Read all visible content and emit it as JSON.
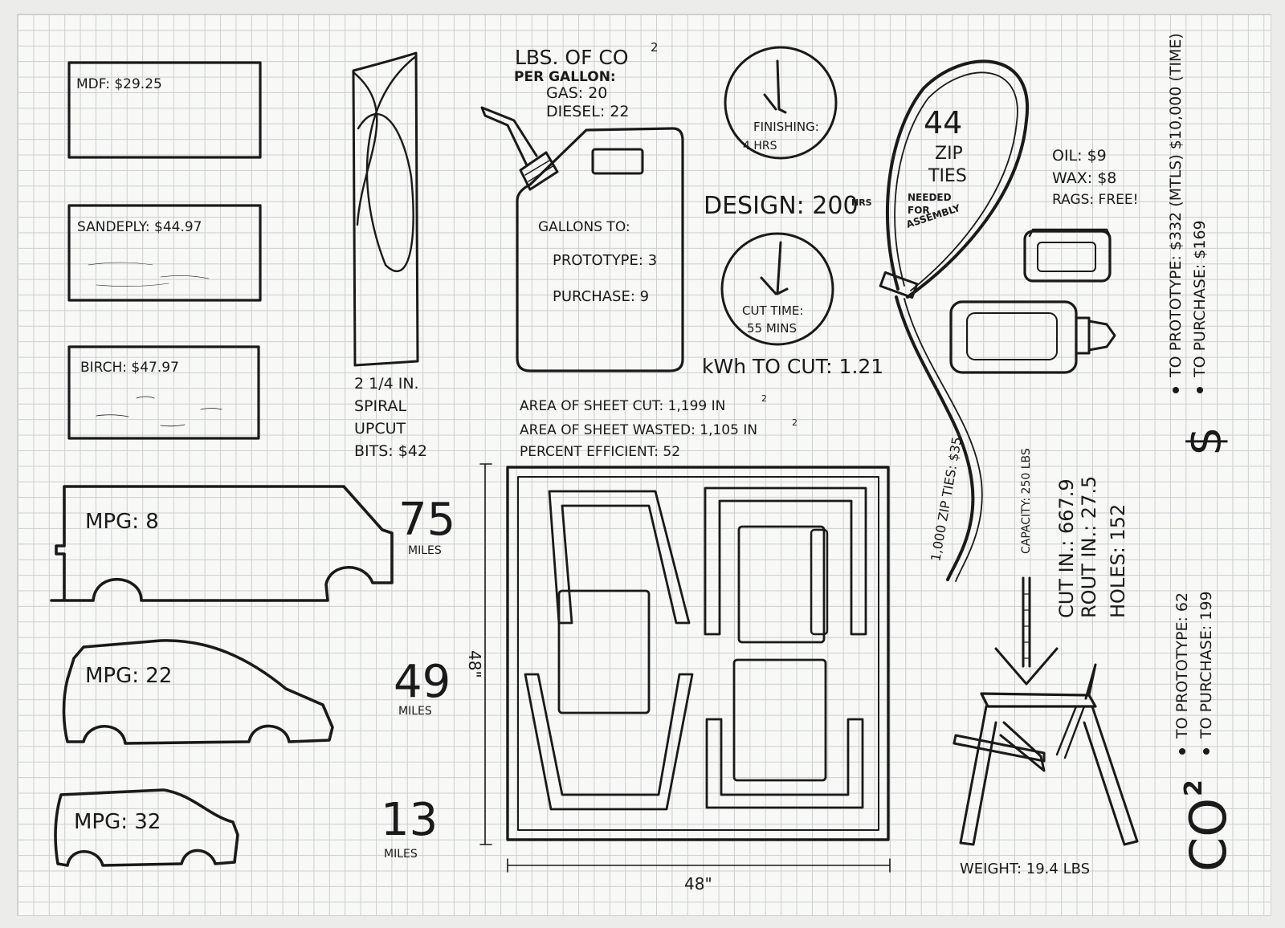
{
  "materials": {
    "mdf": "MDF: $29.25",
    "sandeply": "SANDEPLY: $44.97",
    "birch": "BIRCH: $47.97"
  },
  "drill_bit": {
    "line1": "2 1/4 IN.",
    "line2": "SPIRAL",
    "line3": "UPCUT",
    "line4": "BITS: $42"
  },
  "co2_per_gallon": {
    "title": "LBS. OF CO",
    "title_sup": "2",
    "subtitle": "PER GALLON:",
    "gas": "GAS: 20",
    "diesel": "DIESEL: 22"
  },
  "gas_can": {
    "label": "GALLONS TO:",
    "prototype": "PROTOTYPE: 3",
    "purchase": "PURCHASE: 9"
  },
  "time": {
    "finishing_line1": "FINISHING:",
    "finishing_line2": "4 HRS",
    "design_value": "DESIGN: 200",
    "design_unit": "HRS",
    "cut_line1": "CUT TIME:",
    "cut_line2": "55 MINS",
    "kwh": "kWh TO CUT: 1.21"
  },
  "zip_ties": {
    "count": "44",
    "line1": "ZIP",
    "line2": "TIES",
    "line3": "NEEDED",
    "line4": "FOR",
    "line5": "ASSEMBLY",
    "price": "1,000 ZIP TIES: $35"
  },
  "finish_costs": {
    "oil": "OIL: $9",
    "wax": "WAX: $8",
    "rags": "RAGS: FREE!"
  },
  "sheet": {
    "area_cut": "AREA OF SHEET CUT: 1,199 IN",
    "area_wasted": "AREA OF SHEET WASTED: 1,105 IN",
    "efficiency": "PERCENT EFFICIENT: 52",
    "sup": "2",
    "dim_height": "48\"",
    "dim_width": "48\""
  },
  "vehicles": [
    {
      "mpg": "MPG: 8",
      "miles": "75",
      "unit": "MILES"
    },
    {
      "mpg": "MPG: 22",
      "miles": "49",
      "unit": "MILES"
    },
    {
      "mpg": "MPG: 32",
      "miles": "13",
      "unit": "MILES"
    }
  ],
  "chair": {
    "capacity": "CAPACITY: 250 LBS",
    "cut_in": "CUT IN.: 667.9",
    "rout_in": "ROUT IN.: 27.5",
    "holes": "HOLES: 152",
    "weight": "WEIGHT: 19.4 LBS"
  },
  "cost_summary": {
    "symbol": "$",
    "to_prototype": "TO PROTOTYPE: $332 (MTLS) $10,000 (TIME)",
    "to_purchase": "TO PURCHASE: $169"
  },
  "co2_summary": {
    "symbol": "CO",
    "sub": "2",
    "to_prototype": "TO PROTOTYPE: 62",
    "to_purchase": "TO PURCHASE: 199"
  },
  "colors": {
    "ink": "#1a1a1a",
    "paper": "#f8f8f6",
    "grid": "#c9cfd3"
  }
}
